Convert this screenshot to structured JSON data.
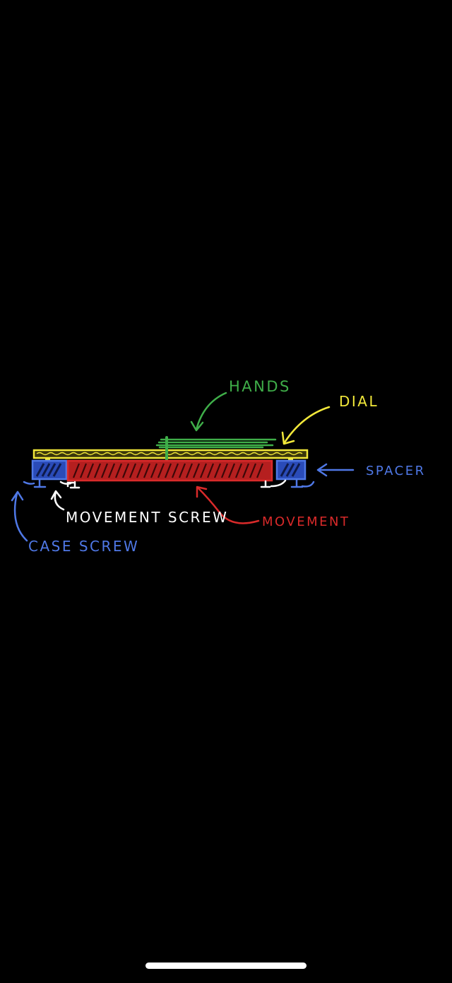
{
  "labels": {
    "hands": "HANDS",
    "dial": "DIAL",
    "spacer": "SPACER",
    "movement_screw": "MOVEMENT SCREW",
    "movement": "MOVEMENT",
    "case_screw": "CASE SCREW"
  },
  "colors": {
    "background": "#000000",
    "hands": "#3fae49",
    "dial": "#f2e83a",
    "spacer": "#4f78e6",
    "movement": "#d92a2a",
    "movement_dark": "#3b0808",
    "white": "#ffffff"
  }
}
